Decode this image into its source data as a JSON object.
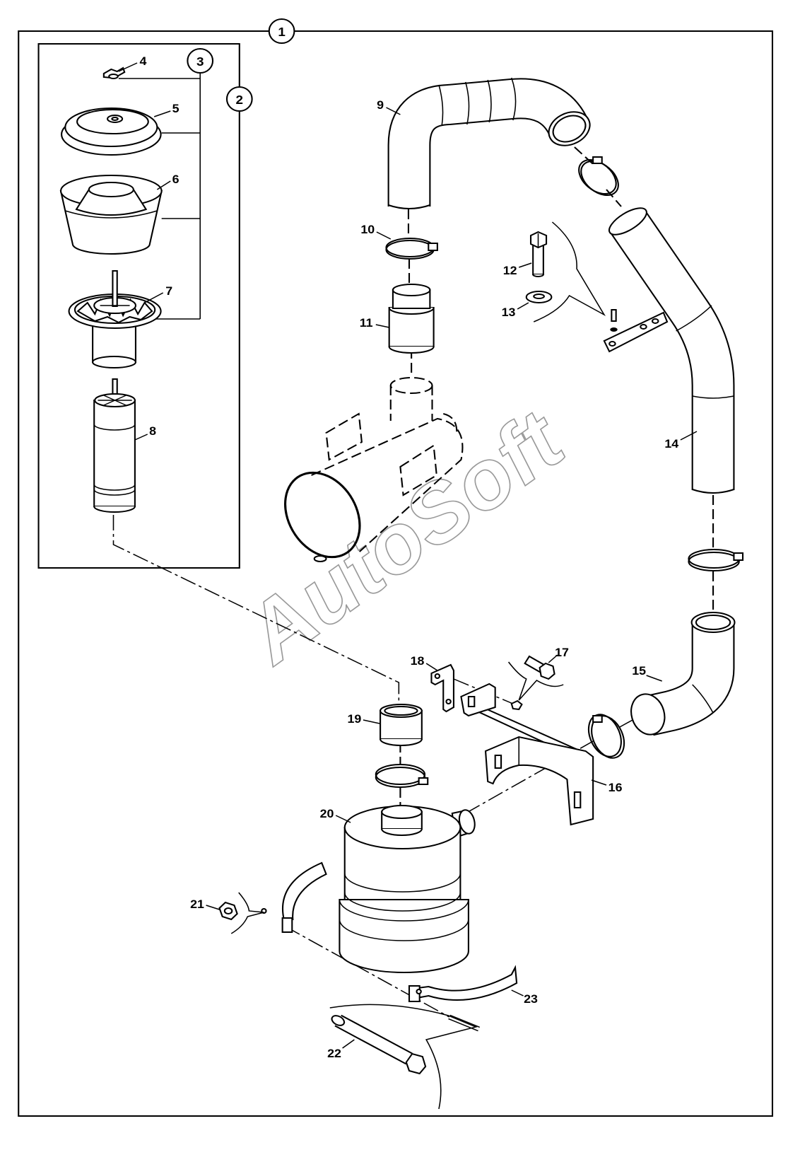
{
  "callouts": [
    "1",
    "2",
    "3",
    "4",
    "5",
    "6",
    "7",
    "8",
    "9",
    "10",
    "11",
    "12",
    "13",
    "14",
    "15",
    "16",
    "17",
    "18",
    "19",
    "20",
    "21",
    "22",
    "23"
  ],
  "watermark": "AutoSoft"
}
